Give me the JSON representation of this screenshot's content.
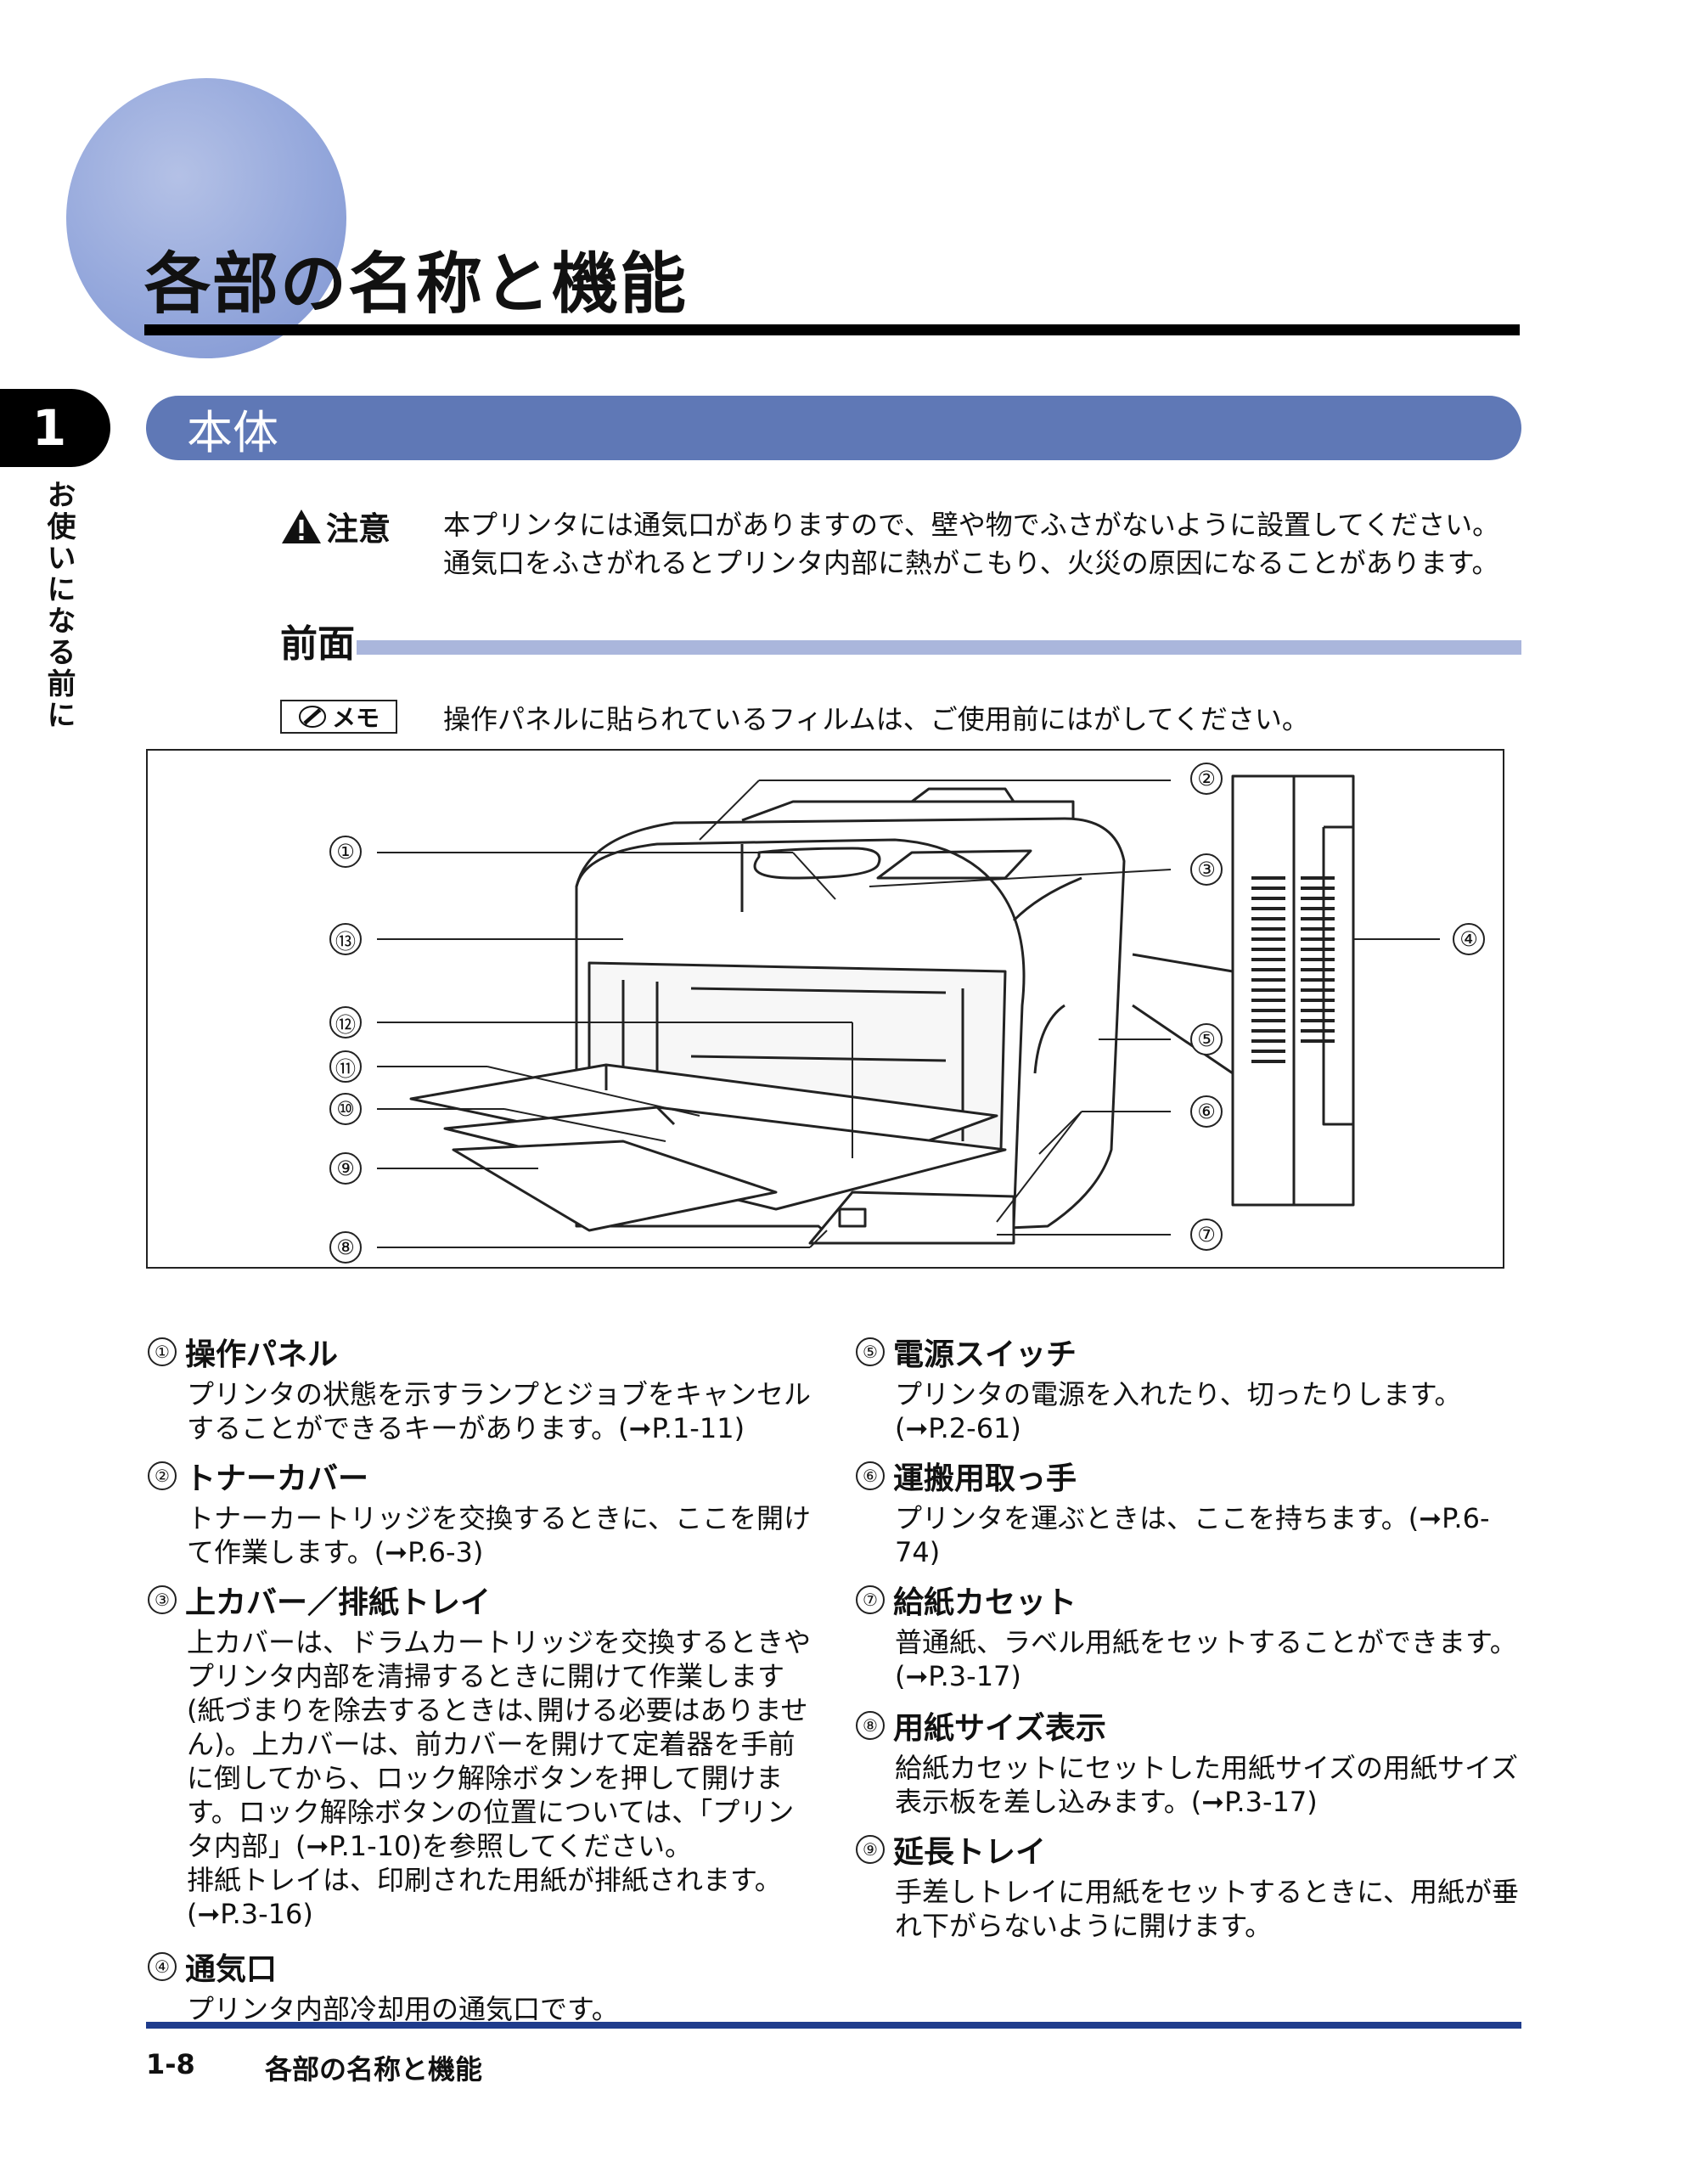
{
  "page": {
    "title": "各部の名称と機能",
    "chapter_number": "1",
    "chapter_label": "お使いになる前に"
  },
  "section": {
    "title": "本体"
  },
  "caution": {
    "label": "注意",
    "text": "本プリンタには通気口がありますので、壁や物でふさがないように設置してください。通気口をふさがれるとプリンタ内部に熱がこもり、火災の原因になることがあります。"
  },
  "subsection": {
    "title": "前面"
  },
  "memo": {
    "label": "メモ",
    "text": "操作パネルに貼られているフィルムは、ご使用前にはがしてください。"
  },
  "figure": {
    "callouts": [
      "①",
      "②",
      "③",
      "④",
      "⑤",
      "⑥",
      "⑦",
      "⑧",
      "⑨",
      "⑩",
      "⑪",
      "⑫",
      "⑬"
    ]
  },
  "parts": [
    {
      "num": "①",
      "title": "操作パネル",
      "desc": [
        "プリンタの状態を示すランプとジョブをキャンセルすることができるキーがあります。(➞P.1-11)"
      ]
    },
    {
      "num": "②",
      "title": "トナーカバー",
      "desc": [
        "トナーカートリッジを交換するときに、ここを開けて作業します。(➞P.6-3)"
      ]
    },
    {
      "num": "③",
      "title": "上カバー／排紙トレイ",
      "desc": [
        "上カバーは、ドラムカートリッジを交換するときやプリンタ内部を清掃するときに開けて作業します(紙づまりを除去するときは､開ける必要はありません)。上カバーは、前カバーを開けて定着器を手前に倒してから、ロック解除ボタンを押して開けます。ロック解除ボタンの位置については、「プリンタ内部」(➞P.1-10)を参照してください。",
        "排紙トレイは、印刷された用紙が排紙されます。(➞P.3-16)"
      ]
    },
    {
      "num": "④",
      "title": "通気口",
      "desc": [
        "プリンタ内部冷却用の通気口です。"
      ]
    },
    {
      "num": "⑤",
      "title": "電源スイッチ",
      "desc": [
        "プリンタの電源を入れたり、切ったりします。(➞P.2-61)"
      ]
    },
    {
      "num": "⑥",
      "title": "運搬用取っ手",
      "desc": [
        "プリンタを運ぶときは、ここを持ちます。(➞P.6-74)"
      ]
    },
    {
      "num": "⑦",
      "title": "給紙カセット",
      "desc": [
        "普通紙、ラベル用紙をセットすることができます。(➞P.3-17)"
      ]
    },
    {
      "num": "⑧",
      "title": "用紙サイズ表示",
      "desc": [
        "給紙カセットにセットした用紙サイズの用紙サイズ表示板を差し込みます。(➞P.3-17)"
      ]
    },
    {
      "num": "⑨",
      "title": "延長トレイ",
      "desc": [
        "手差しトレイに用紙をセットするときに、用紙が垂れ下がらないように開けます。"
      ]
    }
  ],
  "footer": {
    "page_number": "1-8",
    "title": "各部の名称と機能"
  }
}
